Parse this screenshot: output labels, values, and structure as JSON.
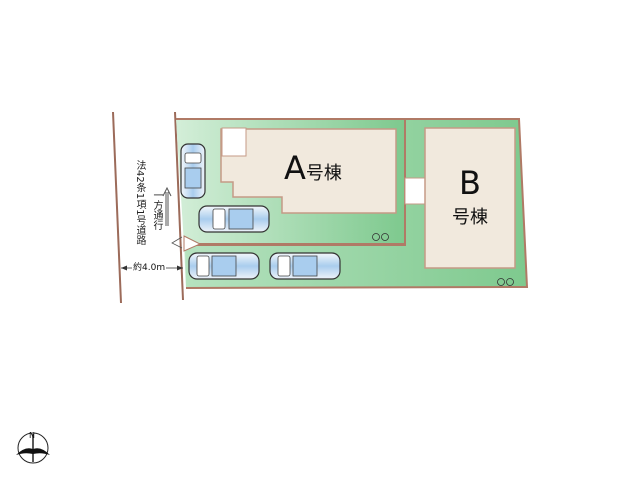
{
  "site_plan": {
    "buildings": [
      {
        "id": "A",
        "letter": "A",
        "suffix": "号棟"
      },
      {
        "id": "B",
        "letter": "B",
        "suffix": "号棟"
      }
    ],
    "road": {
      "name": "法42条1項1号道路",
      "width_label": "約4.0m",
      "traffic_label": "一方通行"
    },
    "parking_spaces": 4,
    "markers": {
      "double_circle": "○○"
    },
    "compass": {
      "north_label": "N"
    },
    "colors": {
      "lot_green": "#8fd19c",
      "lot_green_light": "#c9ead0",
      "boundary": "#b07a66",
      "building_fill": "#f1e9dd",
      "building_border": "#c59a86",
      "car_body": "#dfe8f3",
      "car_glass": "#9cc6ea"
    }
  }
}
